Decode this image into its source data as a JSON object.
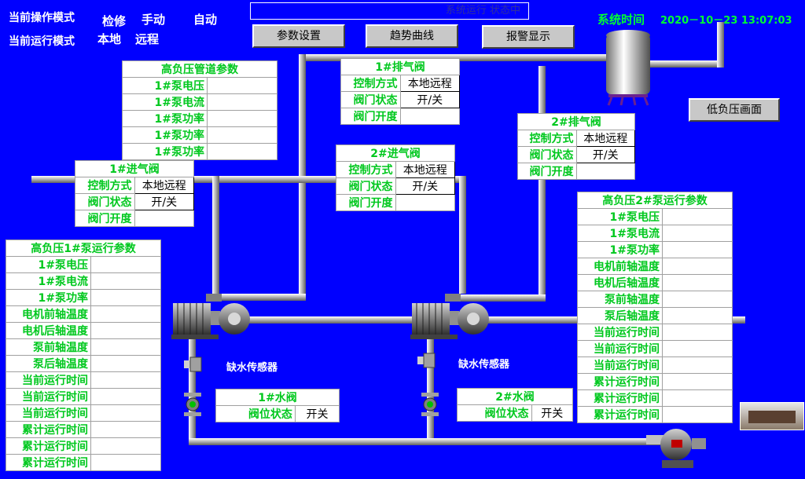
{
  "header": {
    "op_mode_label": "当前操作模式",
    "op_modes": [
      "检修",
      "手动",
      "自动"
    ],
    "run_mode_label": "当前运行模式",
    "run_modes": [
      "本地",
      "远程"
    ],
    "status_text": "系统运行 状态中",
    "system_time_label": "系统时间",
    "system_time_value": "2020－10－23  13:07:03"
  },
  "buttons": {
    "param_settings": "参数设置",
    "trend_curve": "趋势曲线",
    "alarm_display": "报警显示",
    "low_pressure_screen": "低负压画面"
  },
  "pipeline_params": {
    "title": "高负压管道参数",
    "rows": [
      "1#泵电压",
      "1#泵电流",
      "1#泵功率",
      "1#泵功率",
      "1#泵功率"
    ]
  },
  "valves": {
    "exhaust1": {
      "title": "1#排气阀",
      "control_label": "控制方式",
      "control_value": "本地远程",
      "state_label": "阀门状态",
      "state_value": "开/关",
      "opening_label": "阀门开度"
    },
    "exhaust2": {
      "title": "2#排气阀",
      "control_label": "控制方式",
      "control_value": "本地远程",
      "state_label": "阀门状态",
      "state_value": "开/关",
      "opening_label": "阀门开度"
    },
    "intake1": {
      "title": "1#进气阀",
      "control_label": "控制方式",
      "control_value": "本地远程",
      "state_label": "阀门状态",
      "state_value": "开/关",
      "opening_label": "阀门开度"
    },
    "intake2": {
      "title": "2#进气阀",
      "control_label": "控制方式",
      "control_value": "本地远程",
      "state_label": "阀门状态",
      "state_value": "开/关",
      "opening_label": "阀门开度"
    },
    "water1": {
      "title": "1#水阀",
      "pos_label": "阀位状态",
      "pos_value": "开关"
    },
    "water2": {
      "title": "2#水阀",
      "pos_label": "阀位状态",
      "pos_value": "开关"
    }
  },
  "pump1": {
    "title": "高负压1#泵运行参数",
    "rows": [
      "1#泵电压",
      "1#泵电流",
      "1#泵功率",
      "电机前轴温度",
      "电机后轴温度",
      "泵前轴温度",
      "泵后轴温度",
      "当前运行时间",
      "当前运行时间",
      "当前运行时间",
      "累计运行时间",
      "累计运行时间",
      "累计运行时间"
    ]
  },
  "pump2": {
    "title": "高负压2#泵运行参数",
    "rows": [
      "1#泵电压",
      "1#泵电流",
      "1#泵功率",
      "电机前轴温度",
      "电机后轴温度",
      "泵前轴温度",
      "泵后轴温度",
      "当前运行时间",
      "当前运行时间",
      "当前运行时间",
      "累计运行时间",
      "累计运行时间",
      "累计运行时间"
    ]
  },
  "sensors": {
    "water_sensor_1": "缺水传感器",
    "water_sensor_2": "缺水传感器"
  },
  "colors": {
    "background": "#0000ff",
    "label_green": "#00c81e",
    "header_green": "#00ff33"
  }
}
